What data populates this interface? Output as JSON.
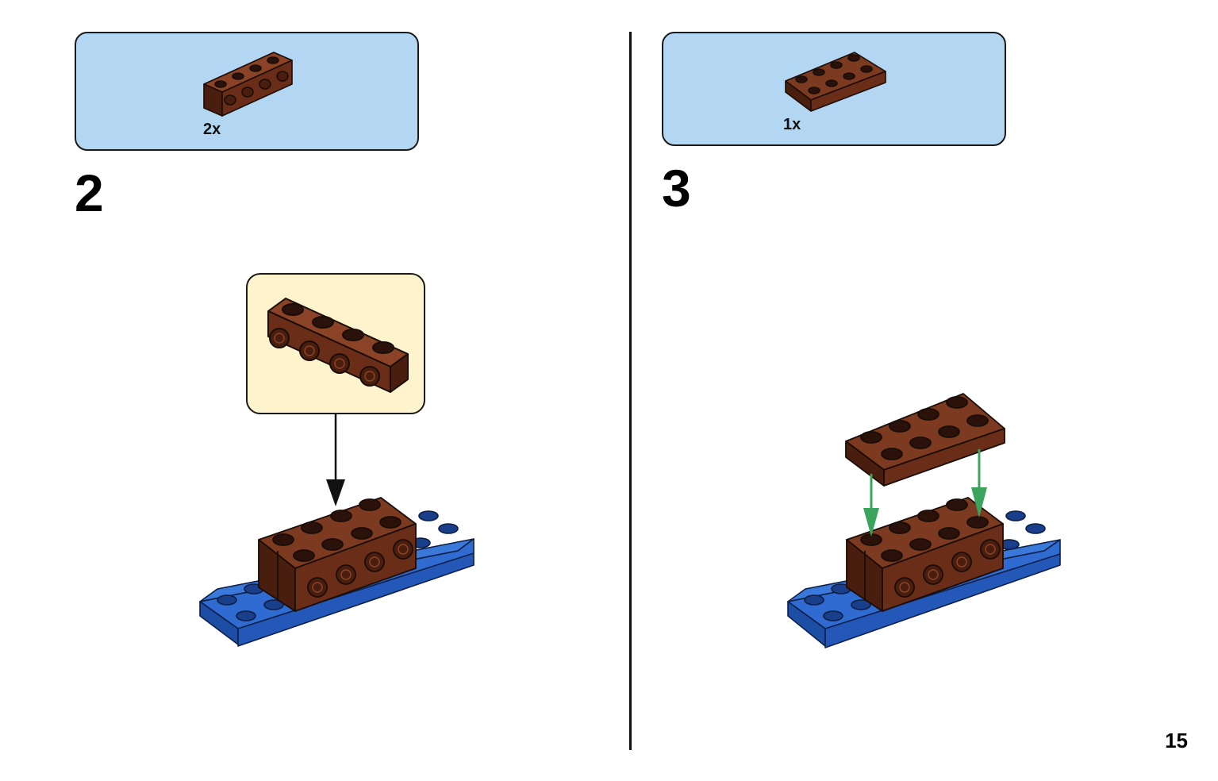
{
  "page_number": "15",
  "steps": [
    {
      "number": "2",
      "parts": [
        {
          "quantity": "2x",
          "part_icon": "brown-1x4-brick-with-side-studs-icon"
        }
      ]
    },
    {
      "number": "3",
      "parts": [
        {
          "quantity": "1x",
          "part_icon": "brown-2x4-plate-icon"
        }
      ]
    }
  ],
  "colors": {
    "parts_box": "#b3d6f3",
    "callout_box": "#fdf3cc",
    "brick_brown": "#6a2e18",
    "plate_blue": "#2f6bd0",
    "placement_arrow": "#3aa45c"
  }
}
